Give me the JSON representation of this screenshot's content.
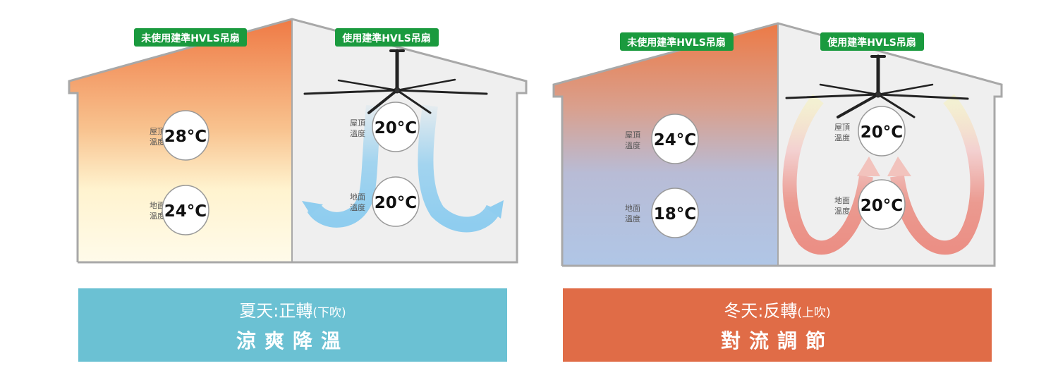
{
  "summer": {
    "label_without": "未使用建準HVLS吊扇",
    "label_with": "使用建準HVLS吊扇",
    "without": {
      "ceiling_label_1": "屋頂",
      "ceiling_label_2": "溫度",
      "ceiling_temp": "28°C",
      "floor_label_1": "地面",
      "floor_label_2": "溫度",
      "floor_temp": "24°C"
    },
    "with": {
      "ceiling_label_1": "屋頂",
      "ceiling_label_2": "溫度",
      "ceiling_temp": "20°C",
      "floor_label_1": "地面",
      "floor_label_2": "溫度",
      "floor_temp": "20°C"
    },
    "banner_title": "夏天:正轉",
    "banner_note": "(下吹)",
    "banner_subtitle": "涼爽降溫",
    "banner_color": "#6bc1d3"
  },
  "winter": {
    "label_without": "未使用建準HVLS吊扇",
    "label_with": "使用建準HVLS吊扇",
    "without": {
      "ceiling_label_1": "屋頂",
      "ceiling_label_2": "溫度",
      "ceiling_temp": "24°C",
      "floor_label_1": "地面",
      "floor_label_2": "溫度",
      "floor_temp": "18°C"
    },
    "with": {
      "ceiling_label_1": "屋頂",
      "ceiling_label_2": "溫度",
      "ceiling_temp": "20°C",
      "floor_label_1": "地面",
      "floor_label_2": "溫度",
      "floor_temp": "20°C"
    },
    "banner_title": "冬天:反轉",
    "banner_note": "(上吹)",
    "banner_subtitle": "對流調節",
    "banner_color": "#e06c47"
  },
  "colors": {
    "label_green": "#1a9a3e",
    "hot": "#ef7a45",
    "cool_blue": "#8fcdef",
    "warm_red": "#eb8a80"
  }
}
